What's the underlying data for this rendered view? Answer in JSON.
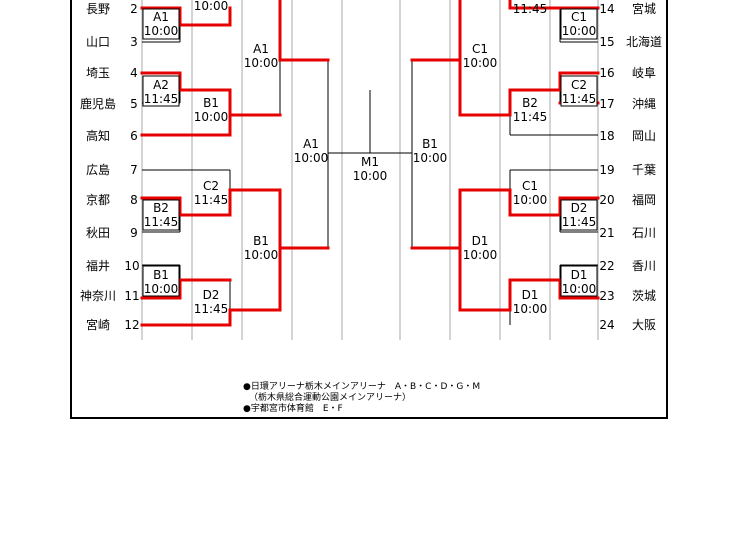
{
  "teams_left": [
    {
      "num": "2",
      "name": "長野"
    },
    {
      "num": "3",
      "name": "山口"
    },
    {
      "num": "4",
      "name": "埼玉"
    },
    {
      "num": "5",
      "name": "鹿児島"
    },
    {
      "num": "6",
      "name": "高知"
    },
    {
      "num": "7",
      "name": "広島"
    },
    {
      "num": "8",
      "name": "京都"
    },
    {
      "num": "9",
      "name": "秋田"
    },
    {
      "num": "10",
      "name": "福井"
    },
    {
      "num": "11",
      "name": "神奈川"
    },
    {
      "num": "12",
      "name": "宮崎"
    }
  ],
  "teams_right": [
    {
      "num": "14",
      "name": "宮城"
    },
    {
      "num": "15",
      "name": "北海道"
    },
    {
      "num": "16",
      "name": "岐阜"
    },
    {
      "num": "17",
      "name": "沖縄"
    },
    {
      "num": "18",
      "name": "岡山"
    },
    {
      "num": "19",
      "name": "千葉"
    },
    {
      "num": "20",
      "name": "福岡"
    },
    {
      "num": "21",
      "name": "石川"
    },
    {
      "num": "22",
      "name": "香川"
    },
    {
      "num": "23",
      "name": "茨城"
    },
    {
      "num": "24",
      "name": "大阪"
    }
  ],
  "matches": {
    "l1": {
      "court": "A1",
      "time": "10:00"
    },
    "l2": {
      "court": "A2",
      "time": "11:45"
    },
    "l3": {
      "court": "B2",
      "time": "11:45"
    },
    "l4": {
      "court": "B1",
      "time": "10:00"
    },
    "l5": {
      "court": "",
      "time": "10:00"
    },
    "l6": {
      "court": "B1",
      "time": "10:00"
    },
    "l7": {
      "court": "C2",
      "time": "11:45"
    },
    "l8": {
      "court": "D2",
      "time": "11:45"
    },
    "l9": {
      "court": "A1",
      "time": "10:00"
    },
    "l10": {
      "court": "B1",
      "time": "10:00"
    },
    "l11": {
      "court": "A1",
      "time": "10:00"
    },
    "r1": {
      "court": "C1",
      "time": "10:00"
    },
    "r2": {
      "court": "C2",
      "time": "11:45"
    },
    "r3": {
      "court": "D2",
      "time": "11:45"
    },
    "r4": {
      "court": "D1",
      "time": "10:00"
    },
    "r5": {
      "court": "",
      "time": "11:45"
    },
    "r6": {
      "court": "B2",
      "time": "11:45"
    },
    "r7": {
      "court": "C1",
      "time": "10:00"
    },
    "r8": {
      "court": "D1",
      "time": "10:00"
    },
    "r9": {
      "court": "C1",
      "time": "10:00"
    },
    "r10": {
      "court": "D1",
      "time": "10:00"
    },
    "r11": {
      "court": "B1",
      "time": "10:00"
    },
    "final": {
      "court": "M1",
      "time": "10:00"
    }
  },
  "notes": {
    "line1": "●日環アリーナ栃木メインアリーナ　A・B・C・D・G・M",
    "line2": "（栃木県総合運動公園メインアリーナ）",
    "line3": "●宇都宮市体育館　E・F"
  },
  "colors": {
    "win_line": "#e60000",
    "grid_line": "#aaaaaa"
  }
}
